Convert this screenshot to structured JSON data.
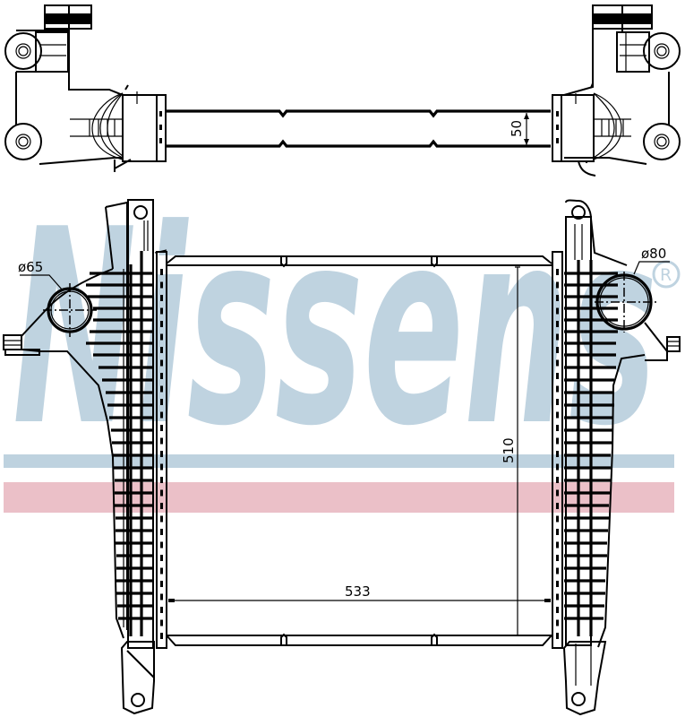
{
  "watermark": {
    "brand": "Nissens",
    "registered_mark": "®",
    "color": "#BFD3E0",
    "stripe_blue": "#BED2DF",
    "stripe_pink": "#EBC0C8"
  },
  "drawing": {
    "subject": "charge air cooler (intercooler)",
    "views": [
      "top view",
      "front view"
    ],
    "line_color": "#000000"
  },
  "dimensions": {
    "core_depth": "50",
    "core_height": "510",
    "core_width": "533",
    "inlet_diameter": "ø65",
    "outlet_diameter": "ø80"
  }
}
